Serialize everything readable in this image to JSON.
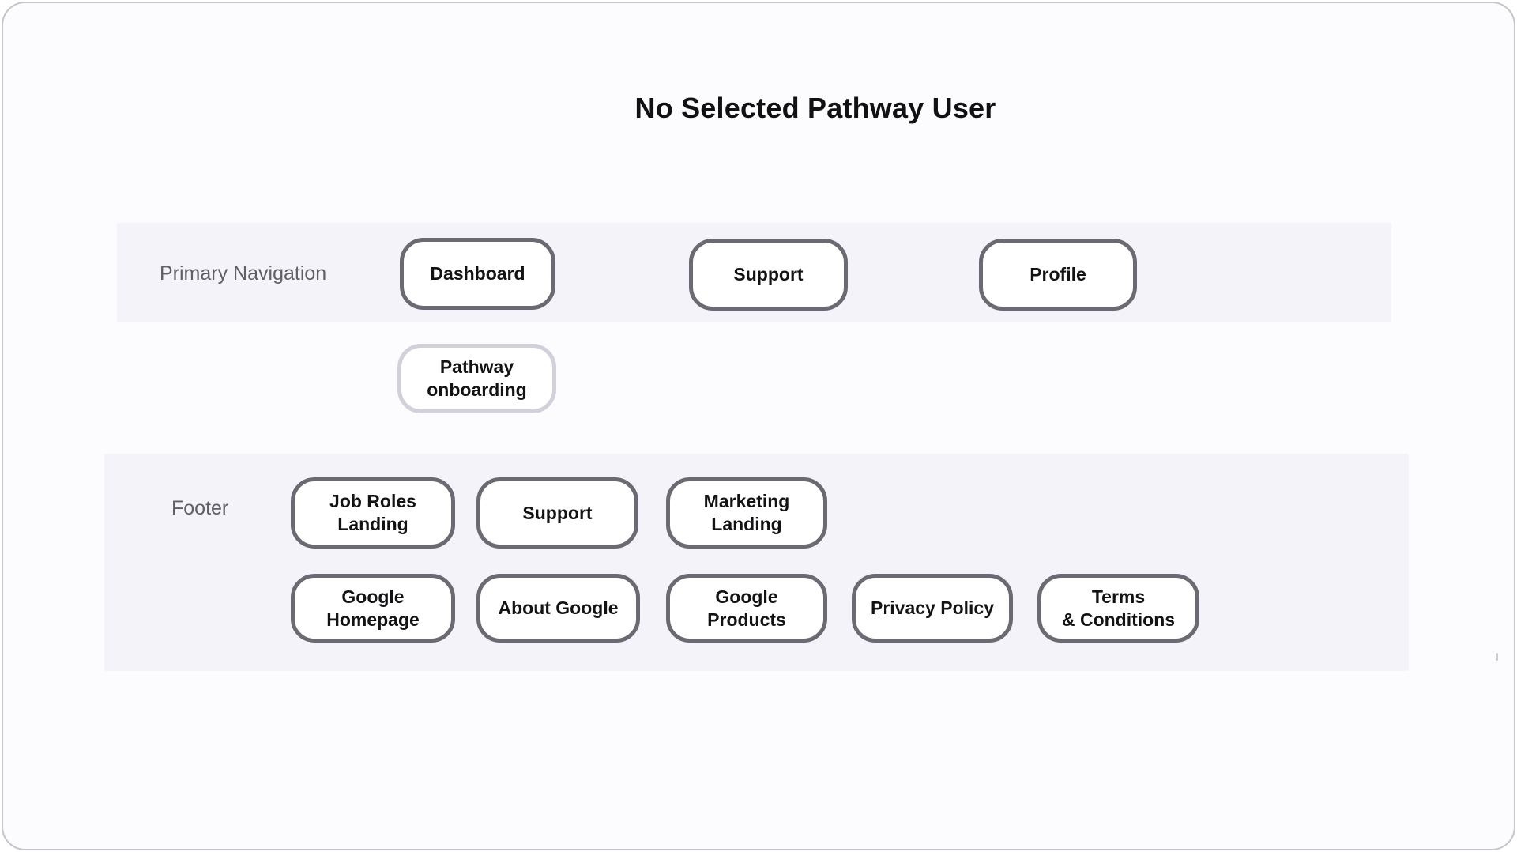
{
  "title": "No Selected Pathway User",
  "sections": {
    "primary_nav": {
      "label": "Primary Navigation",
      "nodes": [
        {
          "label": "Dashboard"
        },
        {
          "label": "Support"
        },
        {
          "label": "Profile"
        }
      ],
      "sub_nodes": [
        {
          "label": "Pathway\nonboarding"
        }
      ]
    },
    "footer": {
      "label": "Footer",
      "row1": [
        {
          "label": "Job Roles\nLanding"
        },
        {
          "label": "Support"
        },
        {
          "label": "Marketing\nLanding"
        }
      ],
      "row2": [
        {
          "label": "Google\nHomepage"
        },
        {
          "label": "About Google"
        },
        {
          "label": "Google Products"
        },
        {
          "label": "Privacy Policy"
        },
        {
          "label": "Terms\n& Conditions"
        }
      ]
    }
  },
  "colors": {
    "page_bg": "#FCFBFE",
    "band_bg": "#F5F3FA",
    "node_bg": "#FFFFFF",
    "node_border": "#6C6972",
    "node_border_light": "#D3D0DA",
    "node_text": "#131316",
    "label_text": "#5E6066",
    "title_text": "#111113",
    "card_border": "#C6C4CC"
  }
}
